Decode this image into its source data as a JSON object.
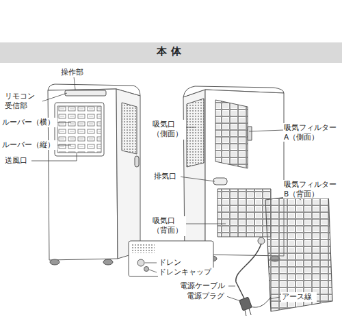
{
  "diagram": {
    "title": "本体",
    "labels": [
      "操作部",
      "リモコン 受信部",
      "ルーバー（横）",
      "ルーバー（縦）",
      "送風口",
      "吸気口 （側面）",
      "排気口",
      "吸気口 （背面）",
      "吸気フィルター A（側面）",
      "吸気フィルター B（背面）",
      "ドレン",
      "ドレンキャップ",
      "電源ケーブル",
      "電源プラグ",
      "アース線"
    ]
  }
}
